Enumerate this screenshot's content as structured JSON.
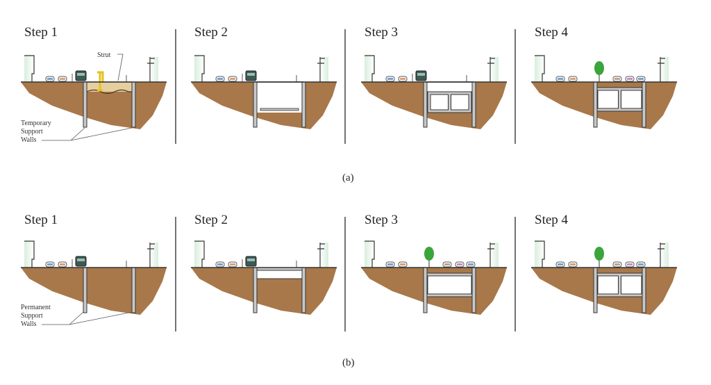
{
  "figure": {
    "captions": [
      "(a)",
      "(b)"
    ],
    "rows": [
      {
        "caption": "(a)",
        "steps": [
          {
            "title": "Step 1",
            "kind": "a1",
            "annotations": {
              "strut": "Strut",
              "walls": [
                "Temporary",
                "Support",
                "Walls"
              ]
            }
          },
          {
            "title": "Step 2",
            "kind": "a2"
          },
          {
            "title": "Step 3",
            "kind": "a3"
          },
          {
            "title": "Step 4",
            "kind": "a4"
          }
        ]
      },
      {
        "caption": "(b)",
        "steps": [
          {
            "title": "Step 1",
            "kind": "b1",
            "annotations": {
              "walls": [
                "Permanent",
                "Support",
                "Walls"
              ]
            }
          },
          {
            "title": "Step 2",
            "kind": "b2"
          },
          {
            "title": "Step 3",
            "kind": "b3"
          },
          {
            "title": "Step 4",
            "kind": "b4"
          }
        ]
      }
    ],
    "colors": {
      "soil": "#a8784a",
      "sand": "#e6cf9f",
      "wall": "#c8c8c8",
      "outline": "#333333",
      "tree": "#3aa53a",
      "excavator": "#e4c020",
      "bus": "#3d5a50"
    }
  }
}
